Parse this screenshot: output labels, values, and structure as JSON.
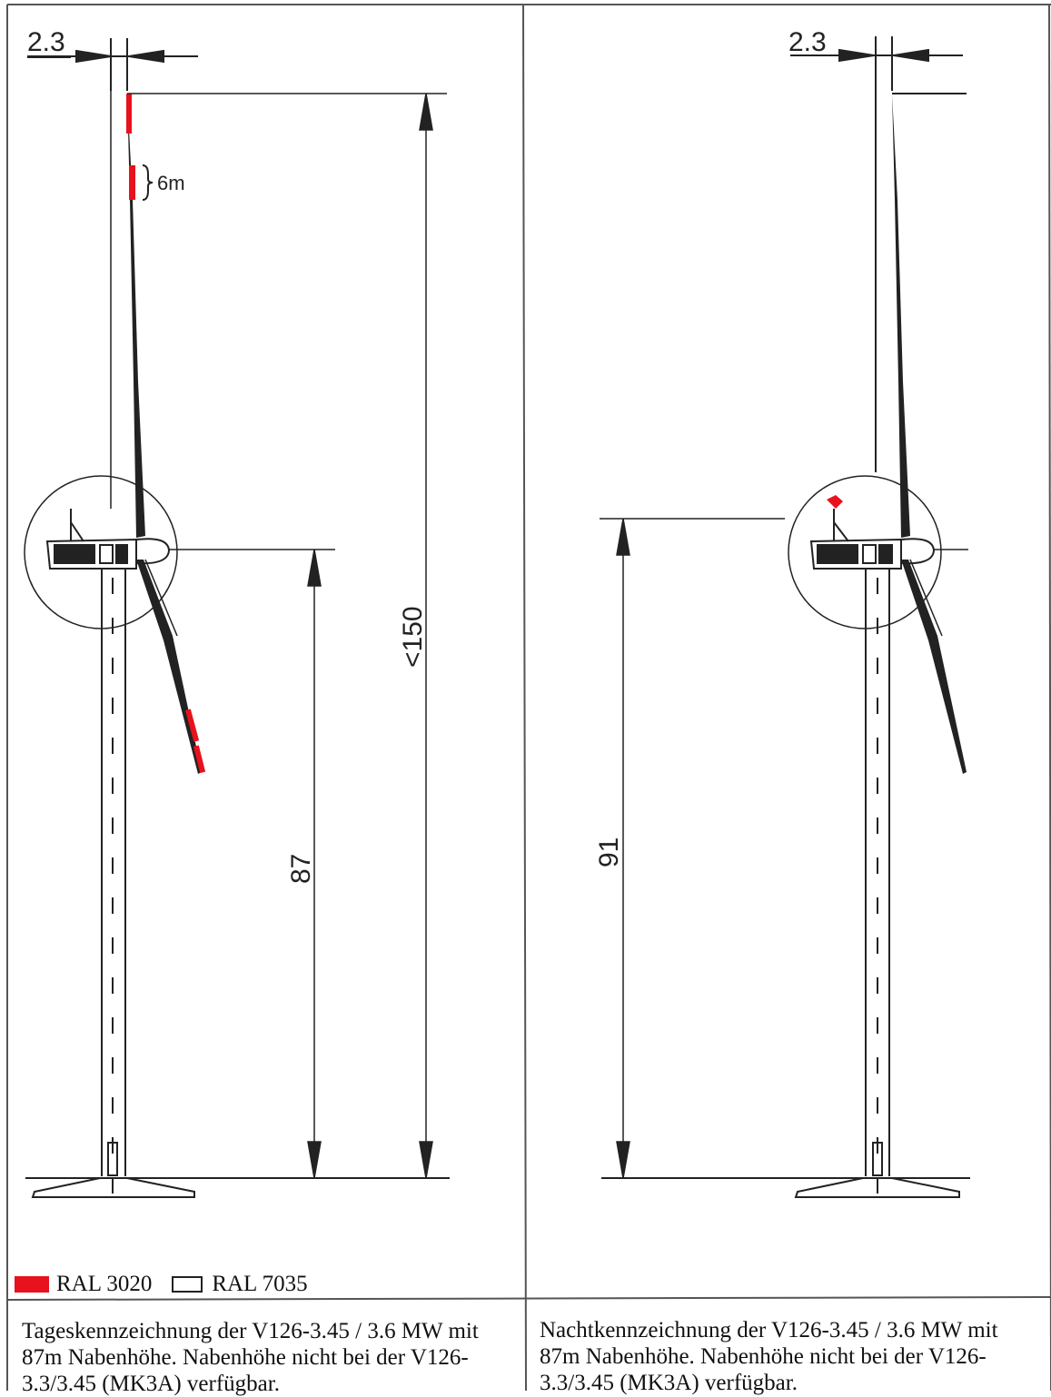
{
  "colors": {
    "accent_red": "#e8121c",
    "line": "#222222",
    "background": "#ffffff"
  },
  "left_panel": {
    "rotor_offset_label": "2.3",
    "tip_segment_label": "6m",
    "hub_height_label": "87",
    "total_height_label": "<150",
    "legend": {
      "red_label": "RAL 3020",
      "white_label": "RAL 7035"
    },
    "caption_line1": "Tageskennzeichnung der V126-3.45 / 3.6 MW mit",
    "caption_line2": "87m Nabenhöhe. Nabenhöhe nicht bei der V126-",
    "caption_line3": "3.3/3.45 (MK3A) verfügbar."
  },
  "right_panel": {
    "rotor_offset_label": "2.3",
    "hub_height_label": "91",
    "caption_line1": "Nachtkennzeichnung der V126-3.45 / 3.6 MW mit",
    "caption_line2": "87m Nabenhöhe. Nabenhöhe nicht bei der V126-",
    "caption_line3": "3.3/3.45 (MK3A) verfügbar."
  }
}
